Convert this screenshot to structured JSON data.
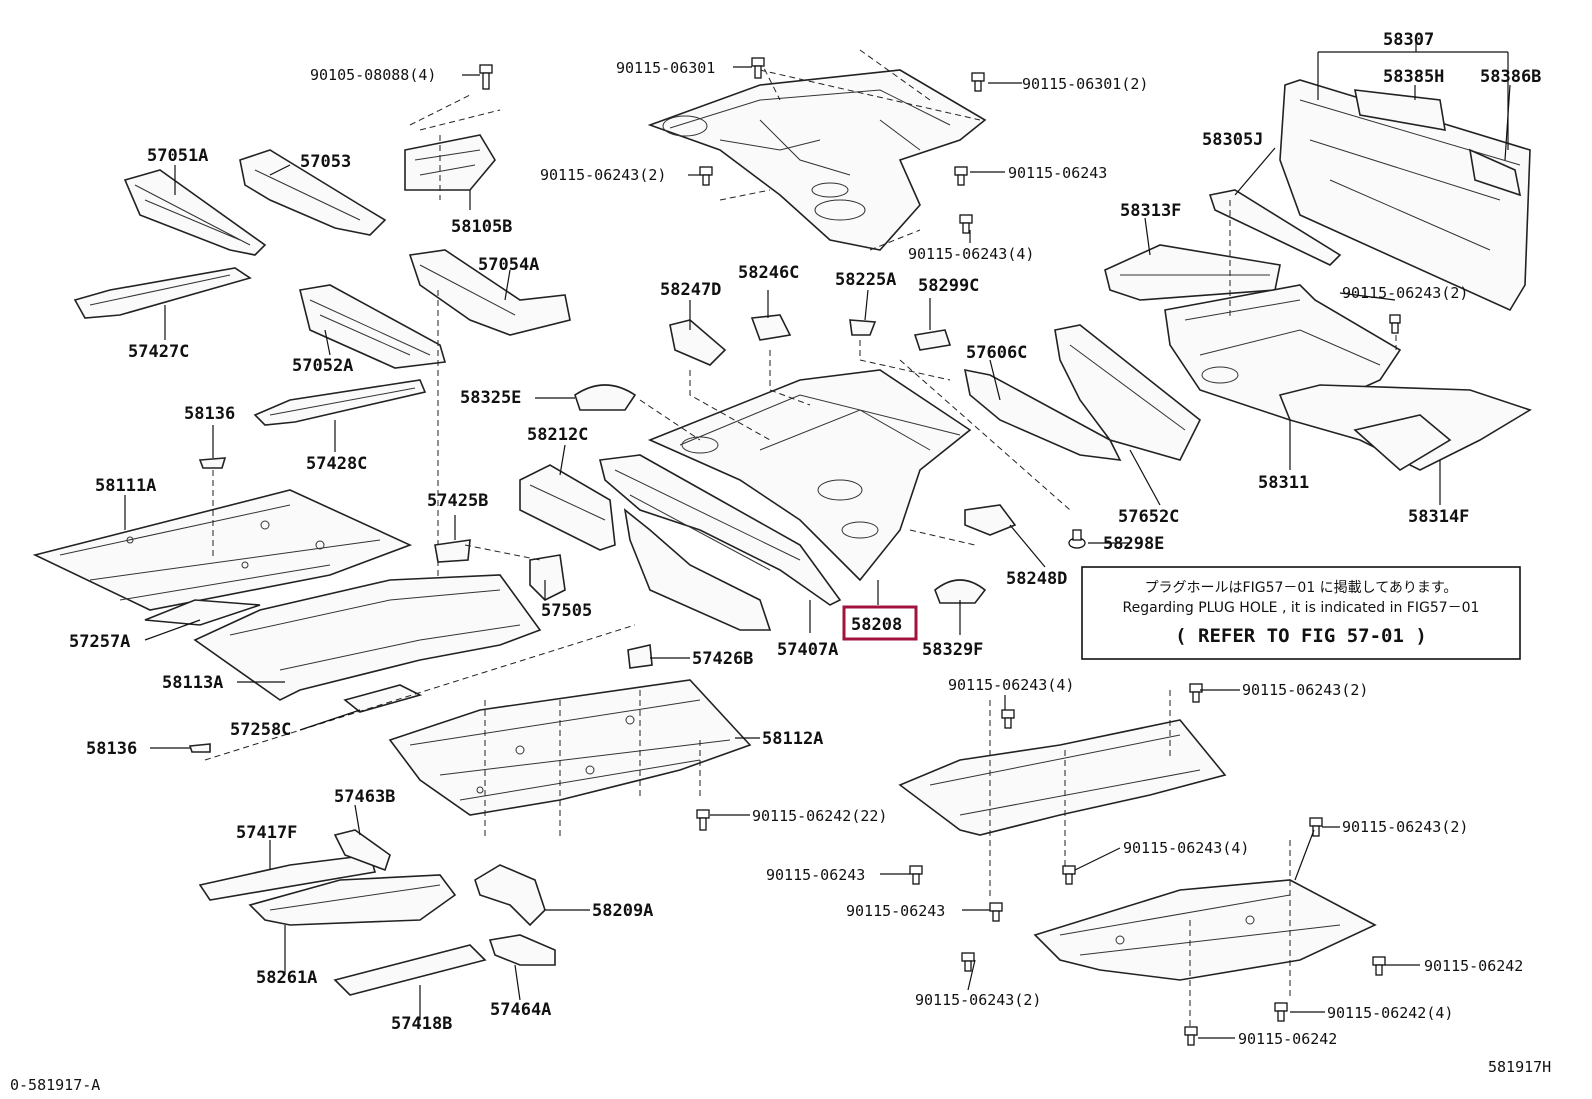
{
  "labels": {
    "p58307": "58307",
    "p58385H": "58385H",
    "p58386B": "58386B",
    "p58305J": "58305J",
    "p58313F": "58313F",
    "b90115_06243_2_r": "90115-06243(2)",
    "p58311": "58311",
    "p58314F": "58314F",
    "p57652C": "57652C",
    "p57606C": "57606C",
    "p58298E": "58298E",
    "p58248D": "58248D",
    "p58329F": "58329F",
    "p58208": "58208",
    "p57407A": "57407A",
    "p58225A": "58225A",
    "p58299C": "58299C",
    "p58247D": "58247D",
    "p58246C": "58246C",
    "p58325E": "58325E",
    "p58212C": "58212C",
    "b90115_06301": "90115-06301",
    "b90115_06301_2": "90115-06301(2)",
    "b90115_06243_2_t": "90115-06243(2)",
    "b90115_06243_t": "90115-06243",
    "b90115_06243_4_t": "90115-06243(4)",
    "b90105_08088_4": "90105-08088(4)",
    "p57051A": "57051A",
    "p57053": "57053",
    "p58105B": "58105B",
    "p57054A": "57054A",
    "p57427C": "57427C",
    "p57052A": "57052A",
    "p58136_a": "58136",
    "p57428C": "57428C",
    "p58111A": "58111A",
    "p57425B": "57425B",
    "p57505": "57505",
    "p57257A": "57257A",
    "p58113A": "58113A",
    "p57426B": "57426B",
    "p57258C": "57258C",
    "p58136_b": "58136",
    "p58112A": "58112A",
    "b90115_06242_22": "90115-06242(22)",
    "p57463B": "57463B",
    "p57417F": "57417F",
    "p58209A": "58209A",
    "p58261A": "58261A",
    "p57418B": "57418B",
    "p57464A": "57464A",
    "b90115_06243_4_m": "90115-06243(4)",
    "b90115_06243_2_m": "90115-06243(2)",
    "b90115_06243_l1": "90115-06243",
    "b90115_06243_4_c": "90115-06243(4)",
    "b90115_06243_2_rr": "90115-06243(2)",
    "b90115_06243_l2": "90115-06243",
    "b90115_06243_2_b": "90115-06243(2)",
    "b90115_06242_r": "90115-06242",
    "b90115_06242_4": "90115-06242(4)",
    "b90115_06242_b": "90115-06242"
  },
  "note": {
    "jp": "プラグホールはFIG57－01 に掲載してあります。",
    "en": "Regarding  PLUG HOLE , it is indicated  in  FIG57－01",
    "ref": "( REFER TO FIG 57-01 )"
  },
  "footer": {
    "left": "0-581917-A",
    "right": "581917H"
  },
  "highlight": {
    "part": "58208",
    "color": "#a0133c"
  }
}
